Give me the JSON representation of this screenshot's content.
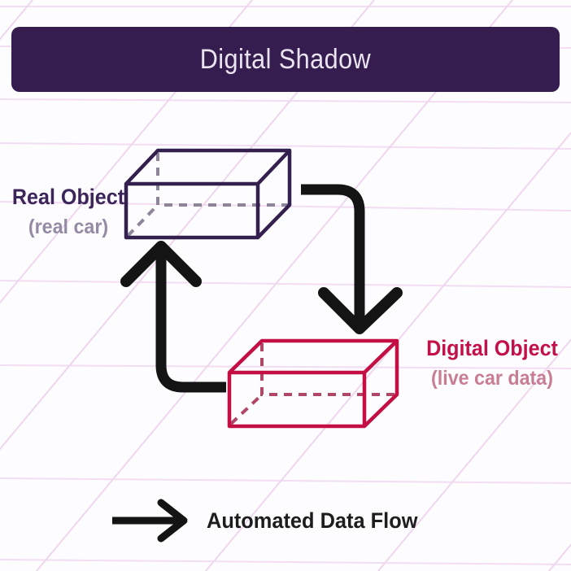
{
  "header": {
    "title": "Digital Shadow"
  },
  "nodes": {
    "real": {
      "label": "Real Object",
      "sublabel": "(real car)",
      "icon": "cuboid-wireframe-icon"
    },
    "digital": {
      "label": "Digital Object",
      "sublabel": "(live car data)",
      "icon": "cuboid-wireframe-icon"
    }
  },
  "flows": {
    "real_to_digital": "curved-arrow-down",
    "digital_to_real": "curved-arrow-up"
  },
  "legend": {
    "label": "Automated Data Flow",
    "icon": "arrow-right-icon"
  },
  "colors": {
    "bg": "#fdfcfe",
    "grid_line": "#f2ddf2",
    "grid_diag": "#eed7ee",
    "header_bg": "#351d4f",
    "header_text": "#e9e4ef",
    "real_stroke": "#34204e",
    "real_hidden": "#8d8699",
    "real_label": "#3b2559",
    "real_sublabel": "#938ba4",
    "digital_stroke": "#c40f45",
    "digital_hidden": "#b04767",
    "digital_label": "#c31048",
    "digital_sublabel": "#c87d92",
    "arrow": "#141414",
    "legend_text": "#1d1d1d"
  }
}
